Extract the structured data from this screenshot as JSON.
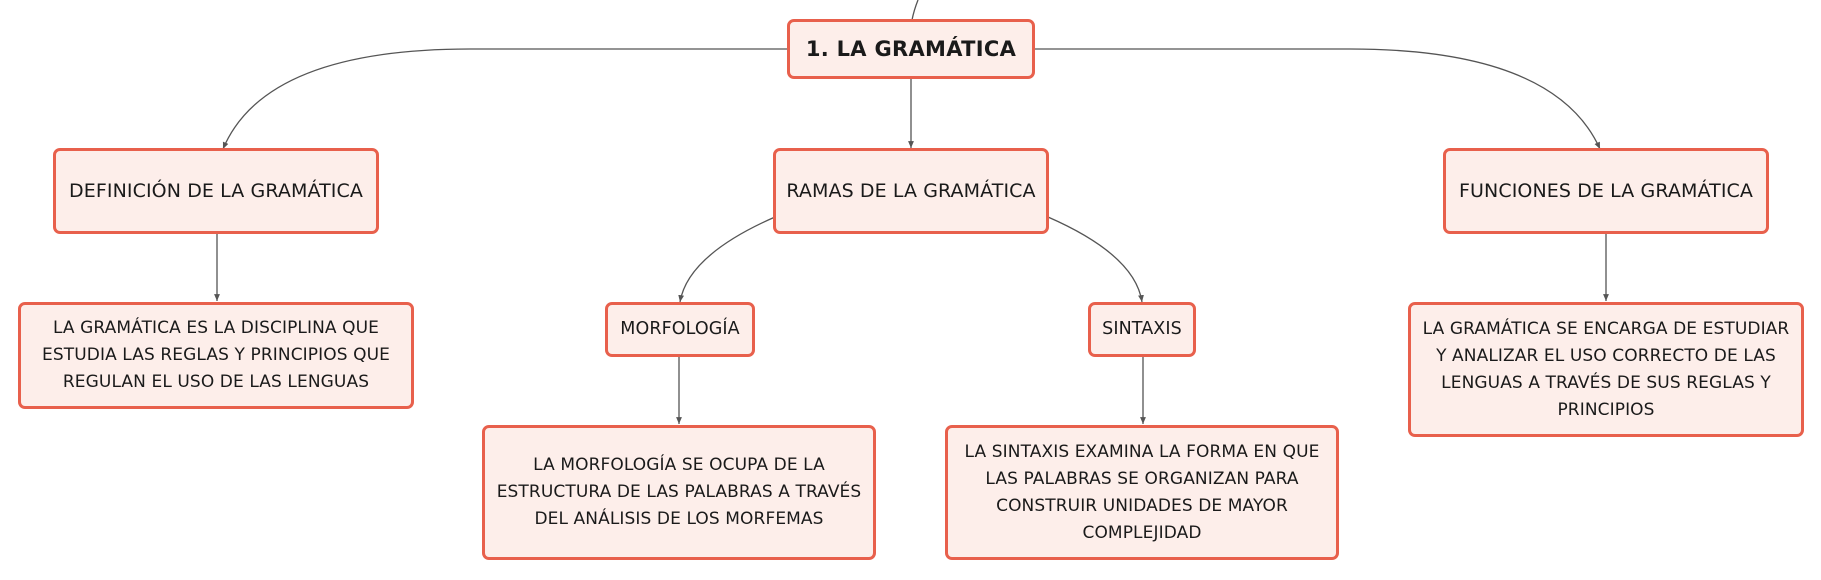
{
  "colors": {
    "node_fill": "#fdeeea",
    "node_border": "#e8604c",
    "connector": "#555555",
    "text": "#1a1a1a"
  },
  "root": {
    "label": "1. LA GRAMÁTICA"
  },
  "branches": {
    "definition": {
      "label": "DEFINICIÓN DE LA GRAMÁTICA",
      "detail": "LA GRAMÁTICA ES LA DISCIPLINA QUE ESTUDIA LAS REGLAS Y PRINCIPIOS QUE REGULAN EL USO DE LAS LENGUAS"
    },
    "branches_of": {
      "label": "RAMAS DE LA GRAMÁTICA",
      "morphology": {
        "label": "MORFOLOGÍA",
        "detail": "LA MORFOLOGÍA SE OCUPA DE LA ESTRUCTURA DE LAS PALABRAS A TRAVÉS DEL ANÁLISIS DE LOS MORFEMAS"
      },
      "syntax": {
        "label": "SINTAXIS",
        "detail": "LA SINTAXIS EXAMINA LA FORMA EN QUE LAS PALABRAS SE ORGANIZAN PARA CONSTRUIR UNIDADES DE MAYOR COMPLEJIDAD"
      }
    },
    "functions": {
      "label": "FUNCIONES DE LA GRAMÁTICA",
      "detail": "LA GRAMÁTICA SE ENCARGA DE ESTUDIAR Y ANALIZAR EL USO CORRECTO DE LAS LENGUAS A TRAVÉS DE SUS REGLAS Y PRINCIPIOS"
    }
  }
}
